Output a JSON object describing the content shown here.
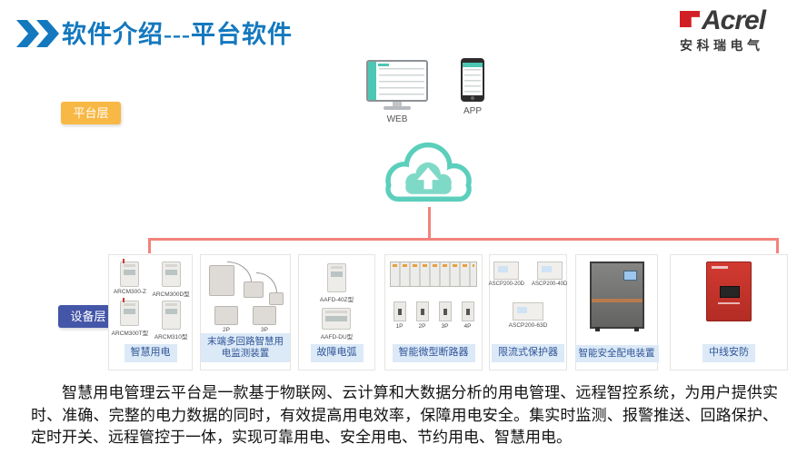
{
  "header": {
    "title": "软件介绍---平台软件",
    "logo": {
      "brand": "Acrel",
      "subtitle": "安科瑞电气"
    }
  },
  "platform": {
    "badge": "平台层",
    "web_label": "WEB",
    "app_label": "APP"
  },
  "device_layer": {
    "badge": "设备层",
    "boxes": [
      {
        "label": "智慧用电",
        "devices": [
          "ARCM300-Z",
          "ARCM300D型",
          "ARCM300T型",
          "ARCM310型"
        ]
      },
      {
        "label": "末端多回路智慧用电监测装置",
        "devices": [
          "2P",
          "3P"
        ]
      },
      {
        "label": "故障电弧",
        "devices": [
          "AAFD-40Z型",
          "AAFD-DU型"
        ]
      },
      {
        "label": "智能微型断路器",
        "devices": [
          "1P",
          "2P",
          "3P",
          "4P"
        ]
      },
      {
        "label": "限流式保护器",
        "devices": [
          "ASCP200-20D",
          "ASCP200-40D",
          "ASCP200-63D"
        ]
      },
      {
        "label": "智能安全配电装置",
        "devices": []
      },
      {
        "label": "中线安防",
        "devices": []
      }
    ]
  },
  "description": "智慧用电管理云平台是一款基于物联网、云计算和大数据分析的用电管理、远程智控系统，为用户提供实时、准确、完整的电力数据的同时，有效提高用电效率，保障用电安全。集实时监测、报警推送、回路保护、定时开关、远程管控于一体，实现可靠用电、安全用电、节约用电、智慧用电。",
  "icons": {
    "cloud": "cloud-upload-icon",
    "web": "desktop-monitor-icon",
    "app": "smartphone-icon",
    "title_marker": "double-chevron-icon"
  },
  "colors": {
    "title_blue": "#1478BE",
    "brand_red": "#D21F26",
    "platform_badge": "#F8B845",
    "device_badge": "#4456A8",
    "cloud_teal": "#5BCFBB",
    "connector_red": "#F2837B",
    "chip_bg": "#DCE9F7",
    "chip_text": "#2F5597"
  }
}
